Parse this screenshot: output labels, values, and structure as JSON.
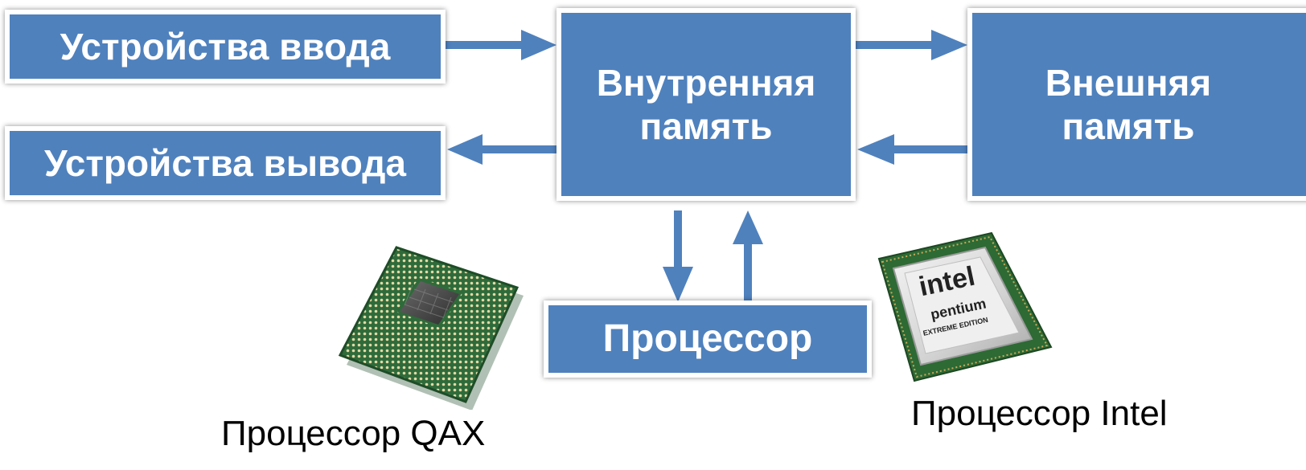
{
  "diagram": {
    "accent_color": "#4f81bd",
    "nodes": {
      "input_devices": "Устройства ввода",
      "output_devices": "Устройства вывода",
      "internal_memory": "Внутренняя\nпамять",
      "external_memory": "Внешняя\nпамять",
      "processor": "Процессор"
    },
    "edges": [
      {
        "from": "input_devices",
        "to": "internal_memory"
      },
      {
        "from": "internal_memory",
        "to": "output_devices"
      },
      {
        "from": "internal_memory",
        "to": "external_memory"
      },
      {
        "from": "external_memory",
        "to": "internal_memory"
      },
      {
        "from": "internal_memory",
        "to": "processor"
      },
      {
        "from": "processor",
        "to": "internal_memory"
      }
    ]
  },
  "images": {
    "qax_chip": {
      "icon": "cpu-chip-pins-icon",
      "caption": "Процессор QAX"
    },
    "intel_chip": {
      "icon": "intel-pentium-chip-icon",
      "caption": "Процессор Intel",
      "logo_text": "intel",
      "brand_text": "pentium",
      "edition_text": "EXTREME EDITION"
    }
  }
}
